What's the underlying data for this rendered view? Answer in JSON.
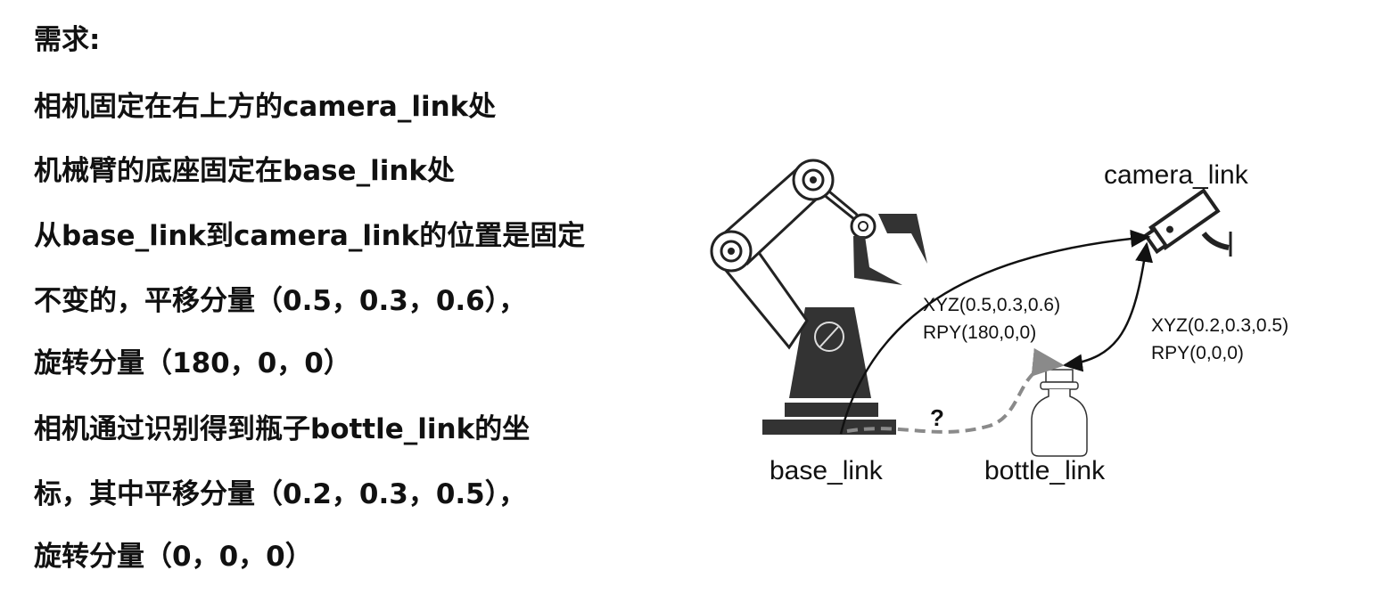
{
  "text_lines": [
    "需求:",
    "相机固定在右上方的camera_link处",
    "机械臂的底座固定在base_link处",
    "从base_link到camera_link的位置是固定",
    "不变的，平移分量（0.5，0.3，0.6），",
    "旋转分量（180，0，0）",
    "相机通过识别得到瓶子bottle_link的坐",
    "标，其中平移分量（0.2，0.3，0.5），",
    "旋转分量（0，0，0）"
  ],
  "diagram": {
    "camera_label": "camera_link",
    "base_label": "base_link",
    "bottle_label": "bottle_link",
    "base_to_camera": {
      "xyz": "XYZ(0.5,0.3,0.6)",
      "rpy": "RPY(180,0,0)"
    },
    "camera_to_bottle": {
      "xyz": "XYZ(0.2,0.3,0.5)",
      "rpy": "RPY(0,0,0)"
    },
    "unknown_mark": "?",
    "colors": {
      "ink": "#111111",
      "robot": "#333333",
      "dashed": "#8a8a8a"
    }
  }
}
